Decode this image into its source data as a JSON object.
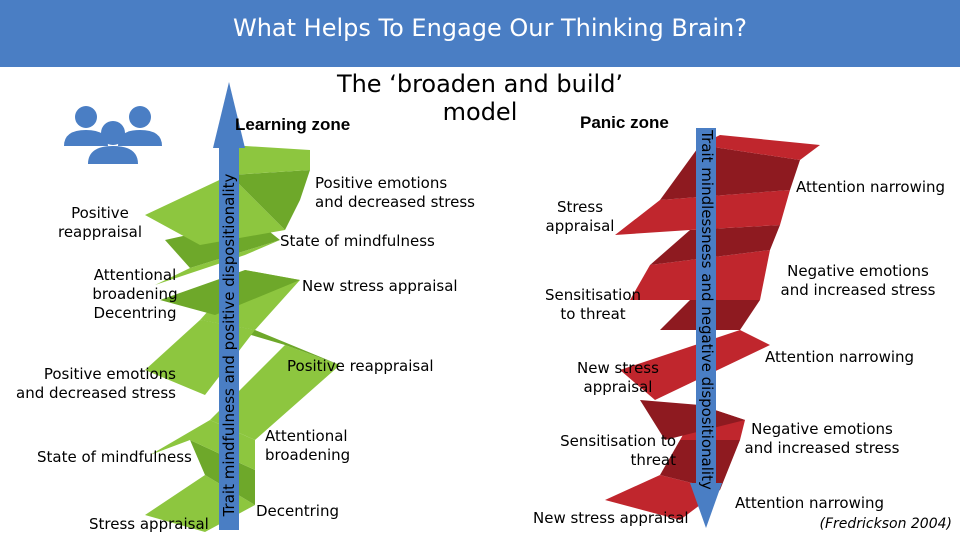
{
  "header": {
    "title": "What Helps To Engage Our Thinking Brain?"
  },
  "model": {
    "title": "The  ‘broaden and build’ model"
  },
  "zones": {
    "learning": "Learning zone",
    "panic": "Panic zone"
  },
  "axes": {
    "left": "Trait mindfulness and positive dispositionality",
    "right": "Trait mindlessness and negative dispositionality"
  },
  "left_labels": [
    "Positive\nreappraisal",
    "Attentional\nbroadening\nDecentring",
    "Positive emotions\nand decreased stress",
    "State of mindfulness",
    "Stress appraisal"
  ],
  "center_left_labels": [
    "Positive emotions\nand decreased stress",
    "State of mindfulness",
    "New stress appraisal",
    "Positive reappraisal",
    "Attentional\nbroadening",
    "Decentring"
  ],
  "center_right_labels": [
    "Stress\nappraisal",
    "Sensitisation\nto threat",
    "New stress\nappraisal",
    "Sensitisation to\nthreat",
    "New stress appraisal"
  ],
  "right_labels": [
    "Attention narrowing",
    "Negative emotions\nand increased stress",
    "Attention narrowing",
    "Negative emotions\nand increased stress",
    "Attention narrowing"
  ],
  "citation": "(Fredrickson 2004)",
  "icons": {
    "people": "people-group-icon"
  },
  "colors": {
    "header": "#4a7ec4",
    "green": "#8dc63f",
    "green_dark": "#6ea82a",
    "red": "#c0262d",
    "red_dark": "#8e1a20",
    "arrow": "#4a7ec4"
  }
}
